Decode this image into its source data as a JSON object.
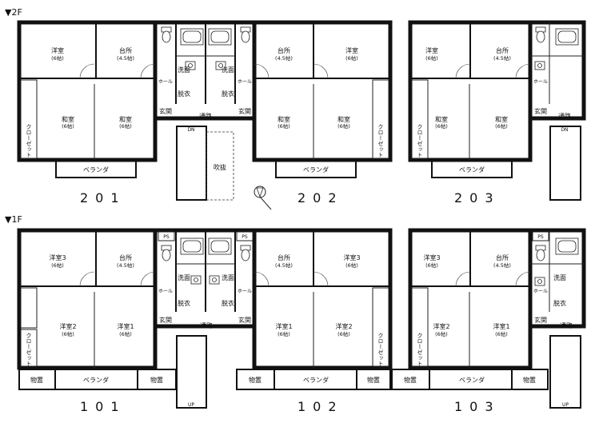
{
  "floors": {
    "f2": {
      "label": "▼2F",
      "units": [
        "201",
        "202",
        "203"
      ],
      "rooms": {
        "western": "洋室",
        "six": "(6帖)",
        "kitchen": "台所",
        "four_half": "(4.5帖)",
        "japanese": "和室",
        "closet": "クローゼット",
        "veranda": "ベランダ",
        "entrance": "玄関",
        "hall": "ホール",
        "wash_a": "洗面",
        "wash_b": "脱衣",
        "corridor": "通路",
        "atrium": "吹抜",
        "down": "DN"
      }
    },
    "f1": {
      "label": "▼1F",
      "units": [
        "101",
        "102",
        "103"
      ],
      "rooms": {
        "western1": "洋室1",
        "western2": "洋室2",
        "western3": "洋室3",
        "six": "(6帖)",
        "kitchen": "台所",
        "four_half": "(4.5帖)",
        "closet": "クローゼット",
        "veranda": "ベランダ",
        "storage": "物置",
        "entrance": "玄関",
        "hall": "ホール",
        "wash_a": "洗面",
        "wash_b": "脱衣",
        "corridor": "通路",
        "ps": "PS",
        "up": "UP"
      }
    }
  }
}
